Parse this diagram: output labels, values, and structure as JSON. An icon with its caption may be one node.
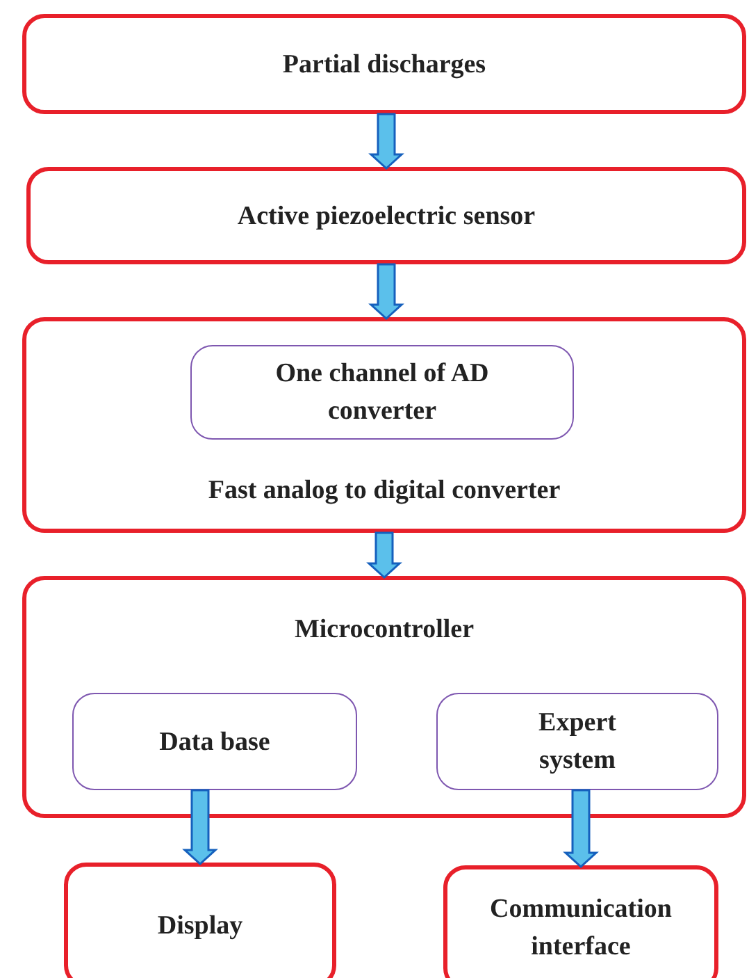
{
  "diagram": {
    "nodes": [
      {
        "text": [
          "Partial discharges"
        ]
      },
      {
        "text": [
          "Active piezoelectric sensor"
        ]
      },
      {
        "text": [
          "Fast analog to digital converter"
        ]
      },
      {
        "text": [
          "One channel of AD converter"
        ],
        "in": 2
      },
      {
        "text": [
          "Microcontroller"
        ]
      },
      {
        "text": [
          "Data base"
        ],
        "in": 4
      },
      {
        "text": [
          "Expert system"
        ],
        "in": 4
      },
      {
        "text": [
          "Display"
        ]
      },
      {
        "text": [
          "Communication interface"
        ]
      }
    ],
    "edges": [
      {
        "from": 0,
        "to": 1,
        "arrow": "to"
      },
      {
        "from": 1,
        "to": 2,
        "arrow": "to"
      },
      {
        "from": 2,
        "to": 4,
        "arrow": "to"
      },
      {
        "from": 5,
        "to": 7,
        "arrow": "to"
      },
      {
        "from": 6,
        "to": 8,
        "arrow": "to"
      }
    ]
  }
}
